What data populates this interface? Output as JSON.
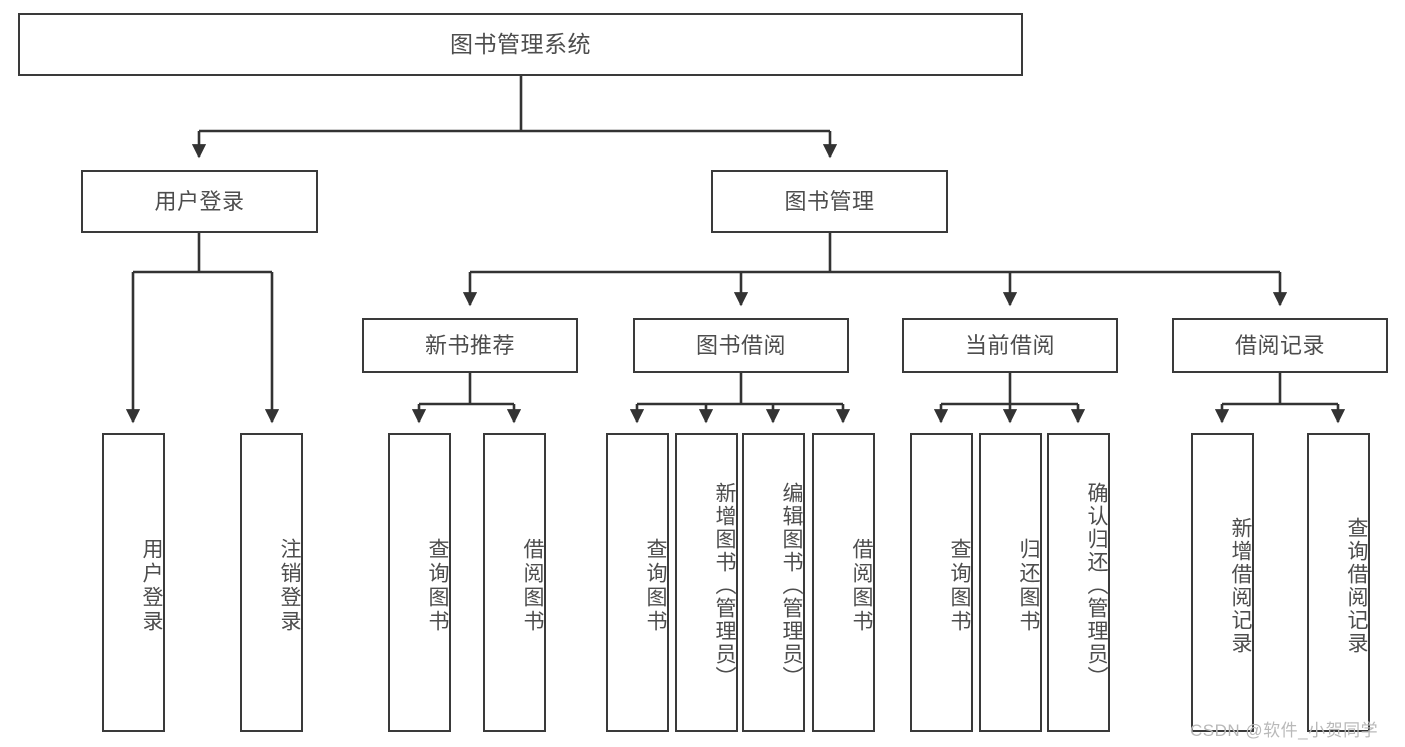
{
  "diagram": {
    "title": "图书管理系统",
    "watermark": "CSDN @软件_小贺同学",
    "colors": {
      "box_border": "#3a3a3a",
      "box_fill": "#ffffff",
      "text": "#4d4d4d",
      "connector": "#333333",
      "watermark": "#b9b9b9",
      "background": "#ffffff"
    },
    "root": {
      "label": "图书管理系统"
    },
    "level2": [
      {
        "label": "用户登录"
      },
      {
        "label": "图书管理"
      }
    ],
    "level3": [
      {
        "label": "新书推荐"
      },
      {
        "label": "图书借阅"
      },
      {
        "label": "当前借阅"
      },
      {
        "label": "借阅记录"
      }
    ],
    "leaves": {
      "user_login": [
        {
          "label": "用户登录"
        },
        {
          "label": "注销登录"
        }
      ],
      "new_book_recommend": [
        {
          "label": "查询图书"
        },
        {
          "label": "借阅图书"
        }
      ],
      "book_borrow": [
        {
          "label": "查询图书"
        },
        {
          "label": "新增图书（管理员）"
        },
        {
          "label": "编辑图书（管理员）"
        },
        {
          "label": "借阅图书"
        }
      ],
      "current_borrow": [
        {
          "label": "查询图书"
        },
        {
          "label": "归还图书"
        },
        {
          "label": "确认归还（管理员）"
        }
      ],
      "borrow_record": [
        {
          "label": "新增借阅记录"
        },
        {
          "label": "查询借阅记录"
        }
      ]
    }
  }
}
